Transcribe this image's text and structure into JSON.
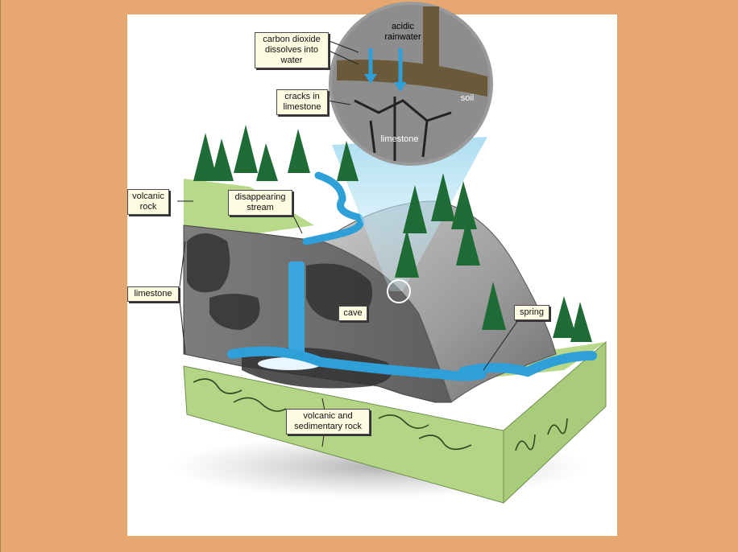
{
  "labels": {
    "carbon_dioxide": "carbon dioxide\ndissolves into\nwater",
    "acidic_rainwater": "acidic\nrainwater",
    "cracks": "cracks in\nlimestone",
    "soil": "soil",
    "limestone_inset": "limestone",
    "volcanic_rock": "volcanic\nrock",
    "disappearing_stream": "disappearing\nstream",
    "limestone": "limestone",
    "cave": "cave",
    "spring": "spring",
    "volcanic_sedimentary": "volcanic and\nsedimentary rock"
  },
  "colors": {
    "background": "#e6a870",
    "panel": "#ffffff",
    "rock": "#8a8a8a",
    "green_ground": "#b8d88a",
    "water": "#2f9fd8",
    "tree": "#1f6b35"
  }
}
